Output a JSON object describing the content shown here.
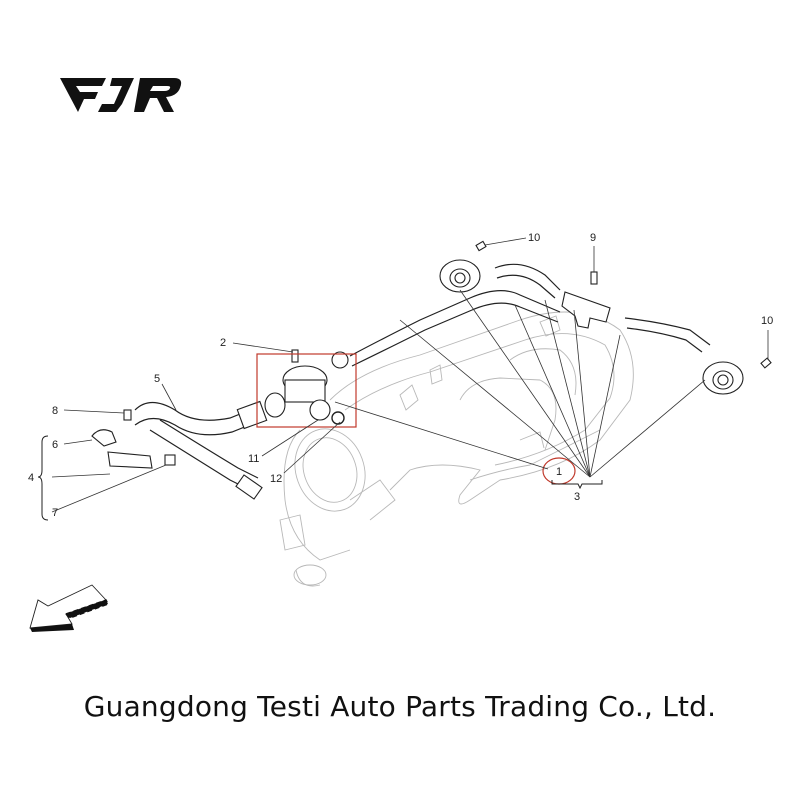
{
  "logo": {
    "text": "FJR"
  },
  "diagram": {
    "title": "Crankcase breather / oil vapour recovery system exploded view",
    "highlight_color": "#c0392b",
    "highlighted_part": "1",
    "callouts": [
      {
        "id": "1",
        "label": "1",
        "highlighted": true
      },
      {
        "id": "2",
        "label": "2"
      },
      {
        "id": "3",
        "label": "3"
      },
      {
        "id": "4",
        "label": "4"
      },
      {
        "id": "5",
        "label": "5"
      },
      {
        "id": "6",
        "label": "6"
      },
      {
        "id": "7",
        "label": "7"
      },
      {
        "id": "8",
        "label": "8"
      },
      {
        "id": "9",
        "label": "9"
      },
      {
        "id": "10a",
        "label": "10"
      },
      {
        "id": "10b",
        "label": "10"
      },
      {
        "id": "11",
        "label": "11"
      },
      {
        "id": "12",
        "label": "12"
      }
    ],
    "direction_arrow": "front-direction-arrow"
  },
  "footer": {
    "company": "Guangdong Testi Auto Parts Trading Co., Ltd."
  }
}
